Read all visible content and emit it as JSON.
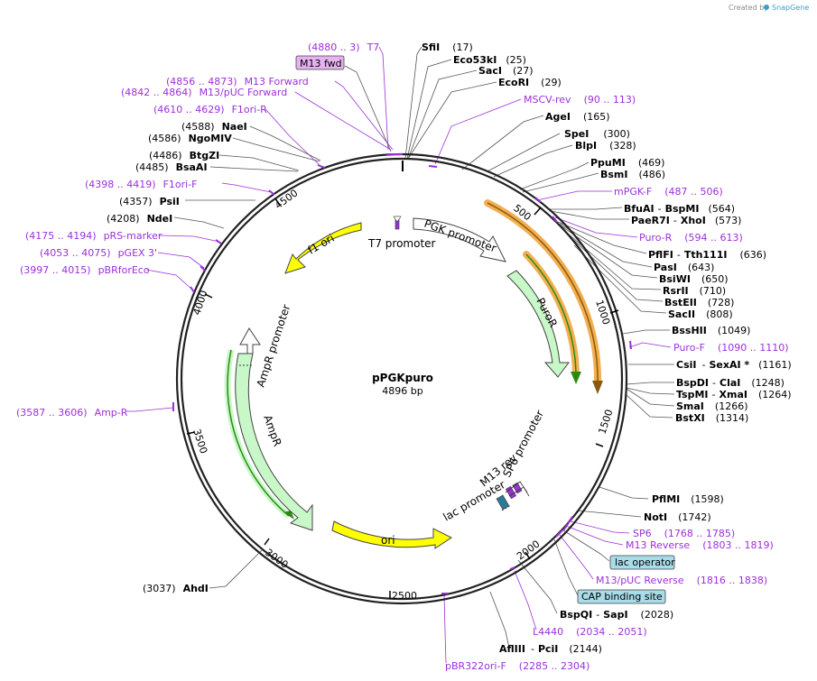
{
  "credit": {
    "created_by": "Created by",
    "brand": "SnapGene"
  },
  "plasmid": {
    "name": "pPGKpuro",
    "size": "4896 bp"
  },
  "tick_labels": [
    "500",
    "1000",
    "1500",
    "2000",
    "2500",
    "3000",
    "3500",
    "4000",
    "4500"
  ],
  "features": [
    {
      "id": "f1ori",
      "label": "f1 ori"
    },
    {
      "id": "t7prom",
      "label": "T7 promoter"
    },
    {
      "id": "pgkprom",
      "label": "PGK promoter"
    },
    {
      "id": "puror",
      "label": "PuroR"
    },
    {
      "id": "amprprom",
      "label": "AmpR promoter"
    },
    {
      "id": "ampr",
      "label": "AmpR"
    },
    {
      "id": "ori",
      "label": "ori"
    },
    {
      "id": "m13rev",
      "label": "M13 rev"
    },
    {
      "id": "sp6prom",
      "label": "SP6 promoter"
    },
    {
      "id": "lacprom",
      "label": "lac promoter"
    }
  ],
  "sites_right": [
    {
      "name": "SfiI",
      "pos": "(17)"
    },
    {
      "name": "Eco53kI",
      "pos": "(25)"
    },
    {
      "name": "SacI",
      "pos": "(27)"
    },
    {
      "name": "EcoRI",
      "pos": "(29)"
    },
    {
      "primer": "MSCV-rev",
      "range": "(90 .. 113)"
    },
    {
      "name": "AgeI",
      "pos": "(165)"
    },
    {
      "name": "SpeI",
      "pos": "(300)"
    },
    {
      "name": "BlpI",
      "pos": "(328)"
    },
    {
      "name": "PpuMI",
      "pos": "(469)"
    },
    {
      "name": "BsmI",
      "pos": "(486)"
    },
    {
      "primer": "mPGK-F",
      "range": "(487 .. 506)"
    },
    {
      "name": "BfuAI",
      "name2": "BspMI",
      "pos": "(564)"
    },
    {
      "name": "PaeR7I",
      "name2": "XhoI",
      "pos": "(573)"
    },
    {
      "primer": "Puro-R",
      "range": "(594 .. 613)"
    },
    {
      "name": "PflFI",
      "name2": "Tth111I",
      "pos": "(636)"
    },
    {
      "name": "PasI",
      "pos": "(643)"
    },
    {
      "name": "BsiWI",
      "pos": "(650)"
    },
    {
      "name": "RsrII",
      "pos": "(710)"
    },
    {
      "name": "BstEII",
      "pos": "(728)"
    },
    {
      "name": "SacII",
      "pos": "(808)"
    },
    {
      "name": "BssHII",
      "pos": "(1049)"
    },
    {
      "primer": "Puro-F",
      "range": "(1090 .. 1110)"
    },
    {
      "name": "CsiI",
      "name2": "SexAI *",
      "pos": "(1161)"
    },
    {
      "name": "BspDI",
      "name2": "ClaI",
      "pos": "(1248)"
    },
    {
      "name": "TspMI",
      "name2": "XmaI",
      "pos": "(1264)"
    },
    {
      "name": "SmaI",
      "pos": "(1266)"
    },
    {
      "name": "BstXI",
      "pos": "(1314)"
    },
    {
      "name": "PflMI",
      "pos": "(1598)"
    },
    {
      "name": "NotI",
      "pos": "(1742)"
    },
    {
      "primer": "SP6",
      "range": "(1768 .. 1785)"
    },
    {
      "primer": "M13 Reverse",
      "range": "(1803 .. 1819)"
    },
    {
      "boxed": "lac operator"
    },
    {
      "primer": "M13/pUC Reverse",
      "range": "(1816 .. 1838)"
    },
    {
      "boxed": "CAP binding site"
    },
    {
      "name": "BspQI",
      "name2": "SapI",
      "pos": "(2028)"
    },
    {
      "primer": "L4440",
      "range": "(2034 .. 2051)"
    },
    {
      "name": "AflIII",
      "name2": "PciI",
      "pos": "(2144)"
    },
    {
      "primer": "pBR322ori-F",
      "range": "(2285 .. 2304)"
    }
  ],
  "sites_left": [
    {
      "range": "(4880 .. 3)",
      "primer": "T7"
    },
    {
      "boxed": "M13 fwd"
    },
    {
      "range": "(4856 .. 4873)",
      "primer": "M13 Forward"
    },
    {
      "range": "(4842 .. 4864)",
      "primer": "M13/pUC Forward"
    },
    {
      "range": "(4610 .. 4629)",
      "primer": "F1ori-R"
    },
    {
      "pos": "(4588)",
      "name": "NaeI"
    },
    {
      "pos": "(4586)",
      "name": "NgoMIV"
    },
    {
      "pos": "(4486)",
      "name": "BtgZI"
    },
    {
      "pos": "(4485)",
      "name": "BsaAI"
    },
    {
      "range": "(4398 .. 4419)",
      "primer": "F1ori-F"
    },
    {
      "pos": "(4357)",
      "name": "PsiI"
    },
    {
      "pos": "(4208)",
      "name": "NdeI"
    },
    {
      "range": "(4175 .. 4194)",
      "primer": "pRS-marker"
    },
    {
      "range": "(4053 .. 4075)",
      "primer": "pGEX 3'"
    },
    {
      "range": "(3997 .. 4015)",
      "primer": "pBRforEco"
    },
    {
      "range": "(3587 .. 3606)",
      "primer": "Amp-R"
    },
    {
      "pos": "(3037)",
      "name": "AhdI"
    }
  ],
  "colors": {
    "primer": "#9b30d9",
    "orange": "#f0a030",
    "green": "#40a020",
    "yellow": "#ffff00",
    "lightgreen": "#c8f8c8",
    "box_purple": "#e6b3f0",
    "box_teal": "#a8dce8"
  }
}
